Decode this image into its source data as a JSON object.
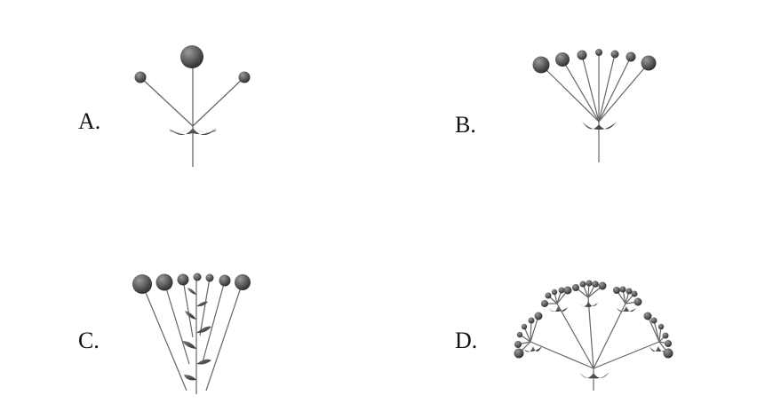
{
  "labels": {
    "a": "A.",
    "b": "B.",
    "c": "C.",
    "d": "D."
  },
  "colors": {
    "stem": "#666666",
    "ball_light": "#9a9a9a",
    "ball_dark": "#2a2a2a",
    "bract": "#3a3a3a"
  }
}
